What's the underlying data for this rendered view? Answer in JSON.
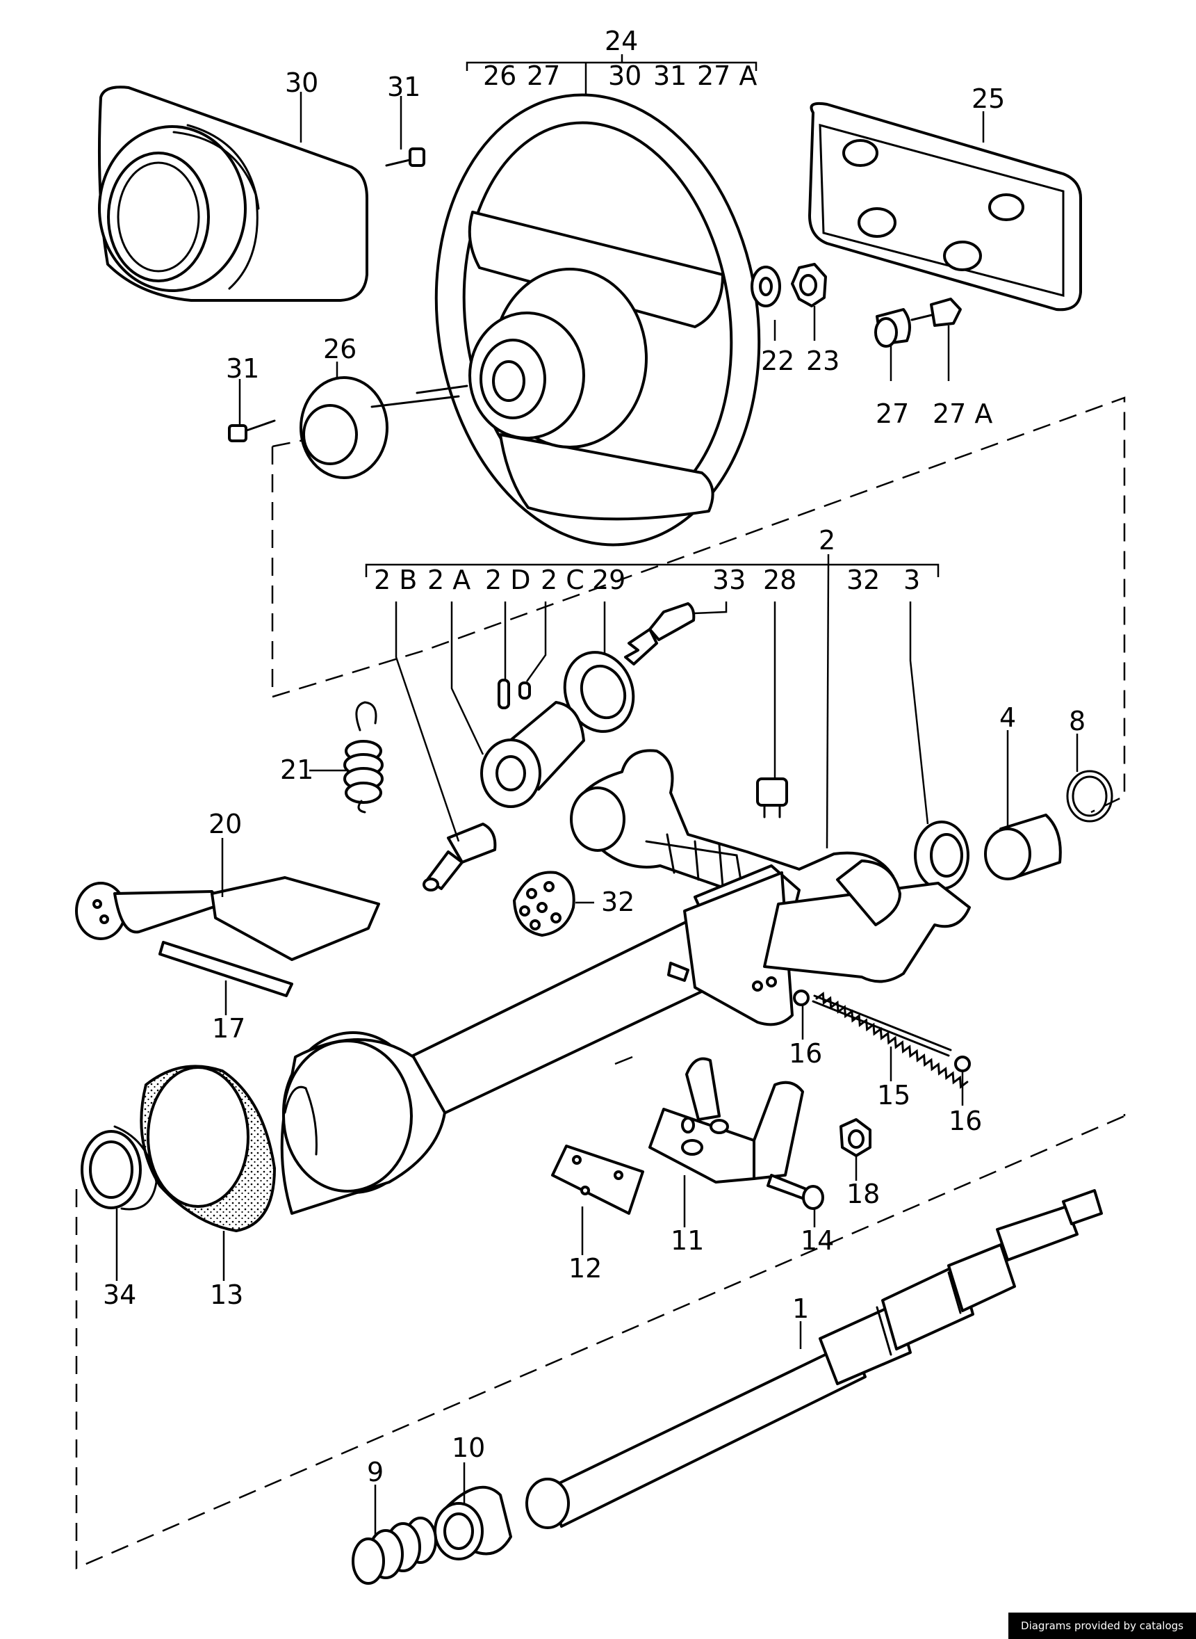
{
  "labels": {
    "l24": "24",
    "l26a": "26",
    "l27a": "27",
    "l30a": "30",
    "l31a": "31",
    "l27A_a": "27 A",
    "l30": "30",
    "l31": "31",
    "l25": "25",
    "l22": "22",
    "l23": "23",
    "l27": "27",
    "l27A": "27 A",
    "l31b": "31",
    "l26": "26",
    "l2": "2",
    "l2B": "2 B",
    "l2A": "2 A",
    "l2D": "2 D",
    "l2C": "2 C",
    "l29": "29",
    "l33": "33",
    "l28": "28",
    "l32a": "32",
    "l3": "3",
    "l4": "4",
    "l8": "8",
    "l21": "21",
    "l20": "20",
    "l32": "32",
    "l17": "17",
    "l16a": "16",
    "l15": "15",
    "l16b": "16",
    "l18": "18",
    "l14": "14",
    "l11": "11",
    "l12": "12",
    "l34": "34",
    "l13": "13",
    "l1": "1",
    "l10": "10",
    "l9": "9"
  },
  "credit": "Diagrams provided by catalogs parts"
}
